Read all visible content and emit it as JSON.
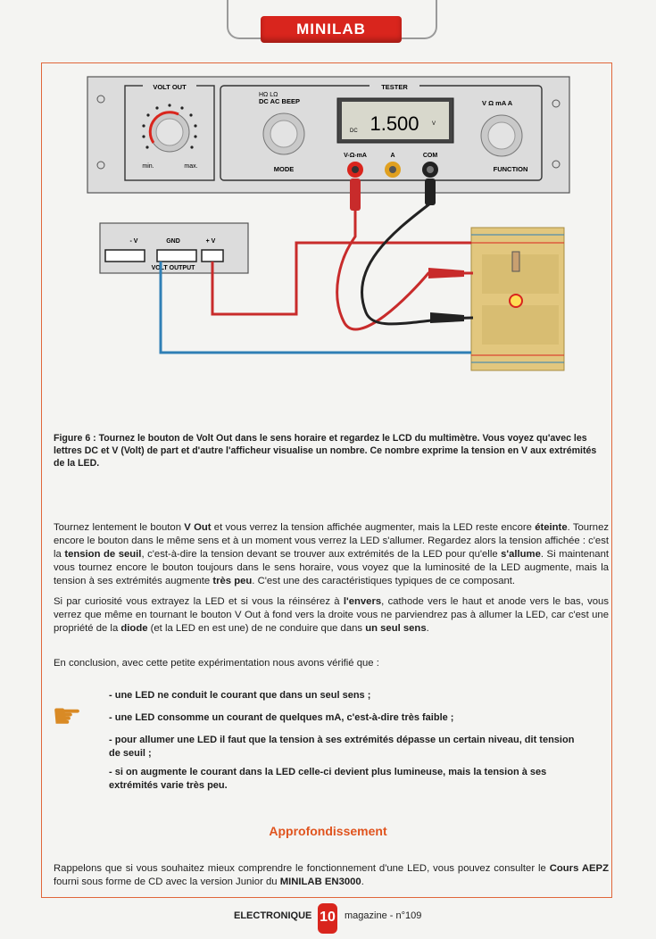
{
  "header": {
    "tab_label": "MINILAB"
  },
  "diagram": {
    "volt_out_label": "VOLT OUT",
    "min_label": "min.",
    "max_label": "max.",
    "tester_label": "TESTER",
    "mode_top_1": "HΩ   LΩ",
    "mode_top_2": "DC  AC BEEP",
    "mode_label": "MODE",
    "lcd_dc": "DC",
    "lcd_value": "1.500",
    "lcd_unit": "V",
    "jack_v": "V-Ω-mA",
    "jack_a": "A",
    "jack_com": "COM",
    "function_top": "V  Ω  mA  A",
    "function_label": "FUNCTION",
    "psu_minus": "- V",
    "psu_gnd": "GND",
    "psu_plus": "+ V",
    "psu_output": "VOLT OUTPUT"
  },
  "caption": "Figure 6 : Tournez le bouton de Volt Out dans le sens horaire et regardez le LCD du multimètre. Vous voyez qu'avec les lettres DC et V (Volt) de part et d'autre l'afficheur visualise un nombre. Ce nombre exprime la tension en V aux extrémités de la LED.",
  "body": {
    "p1": [
      "Tournez lentement le bouton ",
      "V Out",
      " et vous verrez la tension affichée augmenter, mais la LED reste encore ",
      "éteinte",
      ". Tournez encore le bouton dans le même sens et à un moment vous verrez la LED s'allumer. Regardez alors la tension affichée : c'est la ",
      "tension de seuil",
      ", c'est-à-dire la tension devant se trouver aux extrémités de la LED pour qu'elle ",
      "s'allume",
      ". Si maintenant vous tournez encore le bouton toujours dans le sens horaire, vous voyez que la luminosité de la LED augmente, mais la tension à ses extrémités augmente ",
      "très peu",
      ". C'est une des caractéristiques typiques de ce composant."
    ],
    "p2": [
      "Si par curiosité vous extrayez la LED et si vous la réinsérez à ",
      "l'envers",
      ", cathode vers le haut et anode vers le bas, vous verrez que même en tournant le bouton V Out à fond vers la droite vous ne parviendrez pas à allumer la LED, car c'est une propriété de la ",
      "diode",
      " (et la LED en est une) de ne conduire que dans ",
      "un seul sens",
      "."
    ],
    "p3": "En conclusion, avec cette petite expérimentation nous avons vérifié que :",
    "bullets": [
      "- une LED ne conduit le courant que dans un seul sens ;",
      "- une LED consomme un courant de quelques mA, c'est-à-dire très faible ;",
      "- pour allumer une LED il faut que la tension à ses extrémités dépasse un certain niveau, dit tension de seuil ;",
      "- si on augmente le courant dans la LED celle-ci devient plus lumineuse, mais la tension à ses extrémités varie très peu."
    ],
    "section_title": "Approfondissement",
    "p4": [
      "Rappelons que si vous souhaitez mieux comprendre le fonctionnement d'une LED, vous pouvez consulter le ",
      "Cours AEPZ",
      " fourni sous forme de CD avec la version Junior du ",
      "MINILAB EN3000",
      "."
    ]
  },
  "footer": {
    "left": "ELECTRONIQUE",
    "page": "10",
    "right": "magazine - n°109"
  },
  "colors": {
    "accent": "#d9251d",
    "frame": "#e0663a",
    "title": "#e0541f",
    "wire_blue": "#2f7fb5"
  }
}
